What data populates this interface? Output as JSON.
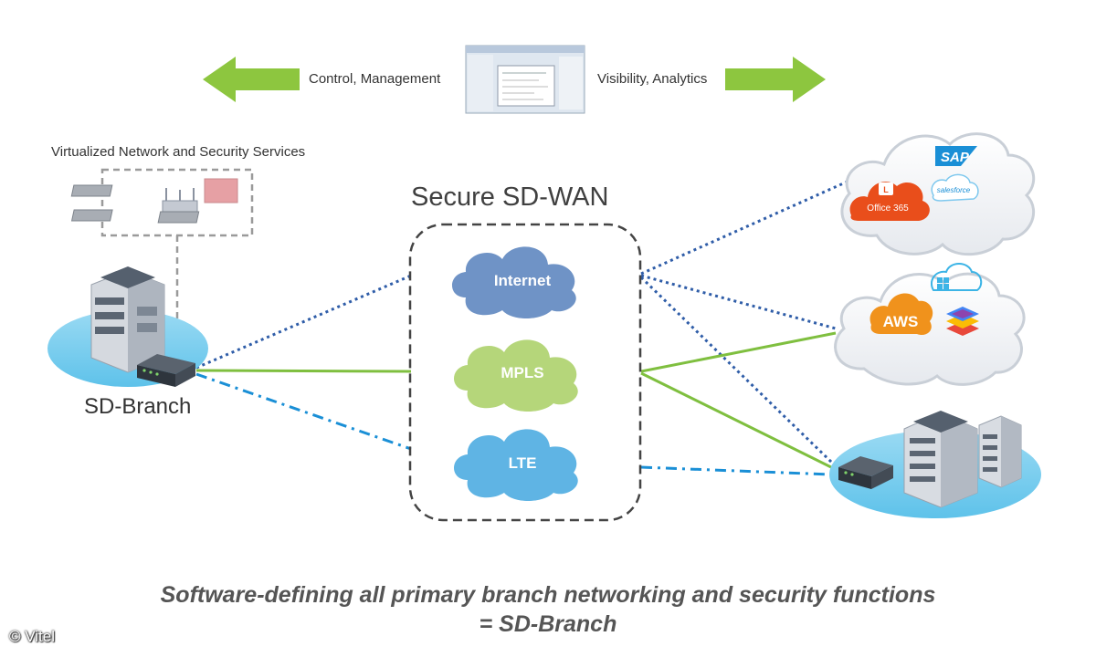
{
  "header": {
    "left_label": "Control, Management",
    "right_label": "Visibility, Analytics"
  },
  "services_label": "Virtualized Network and Security Services",
  "wan": {
    "title": "Secure SD-WAN",
    "links": [
      "Internet",
      "MPLS",
      "LTE"
    ]
  },
  "branch_label": "SD-Branch",
  "cloud_saas": {
    "apps": [
      "SAP",
      "Office 365",
      "salesforce"
    ]
  },
  "cloud_iaas": {
    "apps": [
      "AWS"
    ]
  },
  "caption": {
    "line1": "Software-defining all primary branch networking and security functions",
    "line2": "= SD-Branch"
  },
  "credit": "© Vitel",
  "colors": {
    "arrow_green": "#8dc63f",
    "internet": "#6f93c6",
    "mpls": "#b5d67a",
    "lte": "#5fb4e4",
    "dotted_link": "#2f5da8",
    "dash_dot_link": "#1a8fd6",
    "solid_link": "#7fbf3f",
    "site_disc": "#7ecfee"
  }
}
